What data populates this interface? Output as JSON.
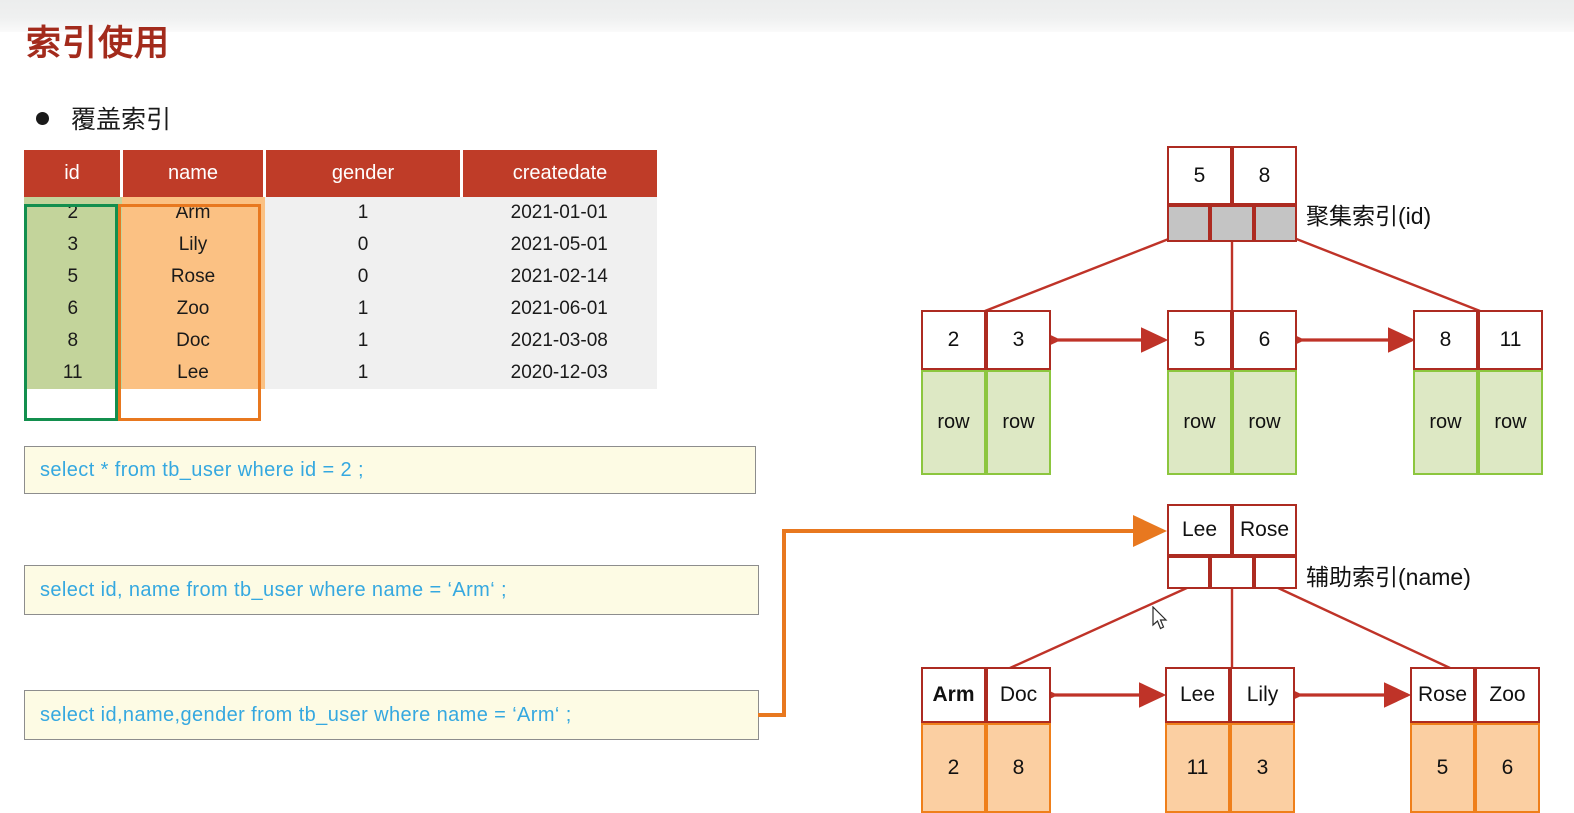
{
  "page": {
    "title": "索引使用",
    "bullet": "覆盖索引"
  },
  "table": {
    "columns": [
      "id",
      "name",
      "gender",
      "createdate"
    ],
    "rows": [
      {
        "id": "2",
        "name": "Arm",
        "gender": "1",
        "createdate": "2021-01-01"
      },
      {
        "id": "3",
        "name": "Lily",
        "gender": "0",
        "createdate": "2021-05-01"
      },
      {
        "id": "5",
        "name": "Rose",
        "gender": "0",
        "createdate": "2021-02-14"
      },
      {
        "id": "6",
        "name": "Zoo",
        "gender": "1",
        "createdate": "2021-06-01"
      },
      {
        "id": "8",
        "name": "Doc",
        "gender": "1",
        "createdate": "2021-03-08"
      },
      {
        "id": "11",
        "name": "Lee",
        "gender": "1",
        "createdate": "2020-12-03"
      }
    ],
    "highlight": {
      "id_column": "#138f4e",
      "name_column": "#e8781f"
    },
    "header_color": "#bf3c28"
  },
  "sql": [
    "select * from  tb_user  where  id  =  2 ;",
    "select  id, name  from  tb_user  where  name = ‘Arm‘ ;",
    "select  id,name,gender  from  tb_user  where  name = ‘Arm‘ ;"
  ],
  "clustered_index": {
    "label": "聚集索引(id)",
    "root": {
      "keys": [
        "5",
        "8"
      ],
      "pointers": 3
    },
    "leaves": [
      {
        "keys": [
          "2",
          "3"
        ],
        "values": [
          "row",
          "row"
        ]
      },
      {
        "keys": [
          "5",
          "6"
        ],
        "values": [
          "row",
          "row"
        ]
      },
      {
        "keys": [
          "8",
          "11"
        ],
        "values": [
          "row",
          "row"
        ]
      }
    ]
  },
  "secondary_index": {
    "label": "辅助索引(name)",
    "root": {
      "keys": [
        "Lee",
        "Rose"
      ],
      "pointers": 3
    },
    "leaves": [
      {
        "keys": [
          "Arm",
          "Doc"
        ],
        "values": [
          "2",
          "8"
        ],
        "bold": [
          true,
          false
        ]
      },
      {
        "keys": [
          "Lee",
          "Lily"
        ],
        "values": [
          "11",
          "3"
        ],
        "bold": [
          false,
          false
        ]
      },
      {
        "keys": [
          "Rose",
          "Zoo"
        ],
        "values": [
          "5",
          "6"
        ],
        "bold": [
          false,
          false
        ]
      }
    ]
  },
  "colors": {
    "title": "#a32b1c",
    "node_border": "#ad2b21",
    "row_fill": "#dde8c4",
    "id_fill": "#fbcfa2",
    "connector": "#e8781f",
    "sql_text": "#35a8e0"
  }
}
